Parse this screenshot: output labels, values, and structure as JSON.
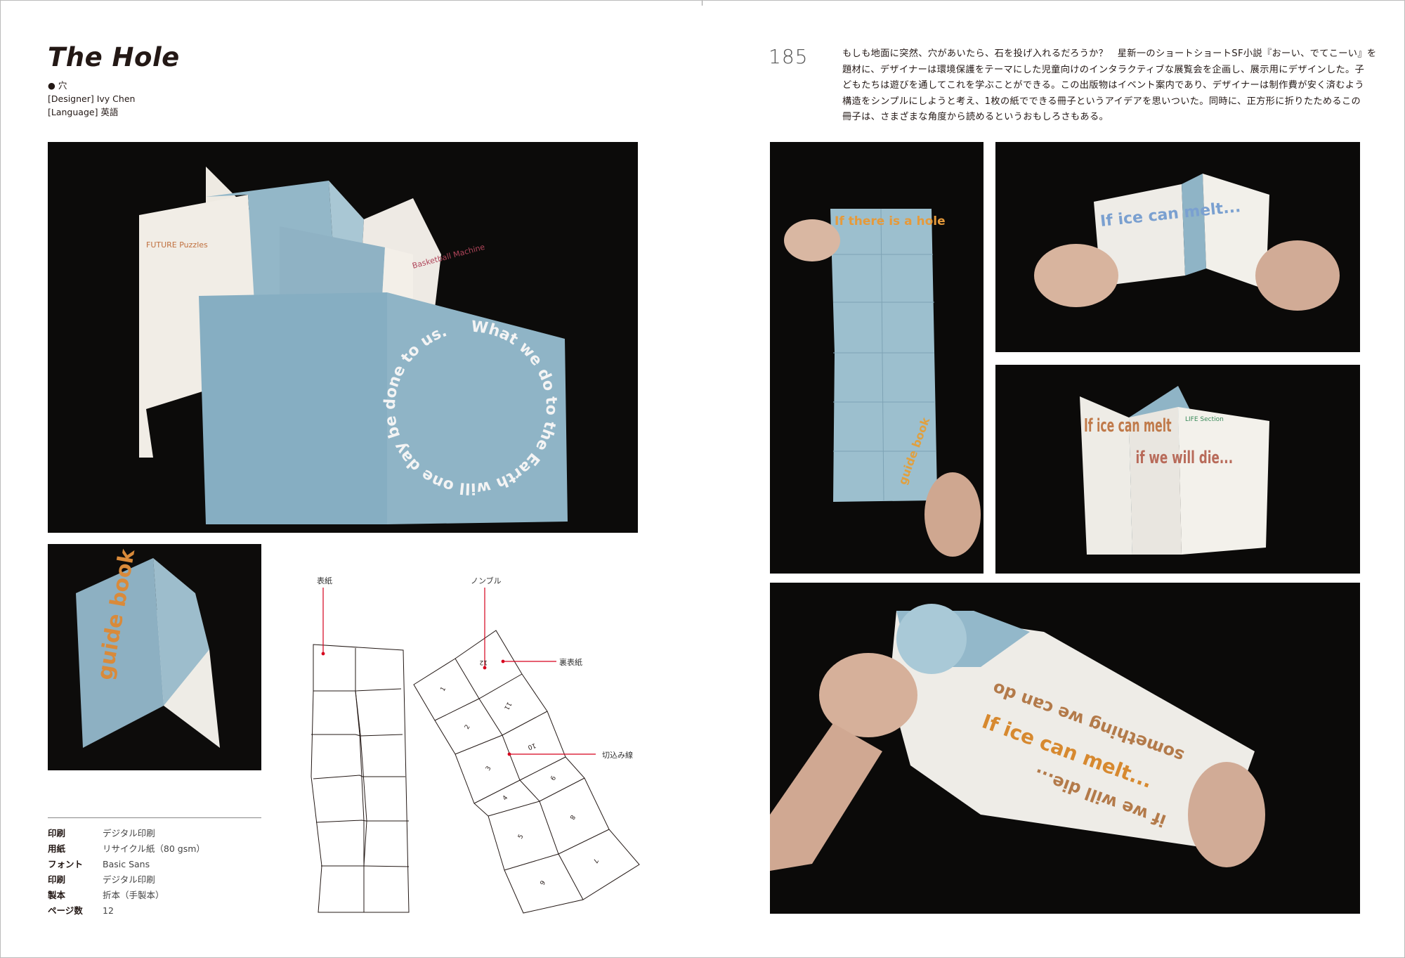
{
  "entry": {
    "title": "The Hole",
    "subtitle": "● 穴",
    "designer": "[Designer] Ivy Chen",
    "language": "[Language] 英語",
    "page_number": "185"
  },
  "description_lines": [
    "もしも地面に突然、穴があいたら、石を投げ入れるだろうか？　星新一のショートショートSF小説『おーい、でてこーい』を",
    "題材に、デザイナーは環境保護をテーマにした児童向けのインタラクティブな展覧会を企画し、展示用にデザインした。子",
    "どもたちは遊びを通してこれを学ぶことができる。この出版物はイベント案内であり、デザイナーは制作費が安く済むよう",
    "構造をシンプルにしようと考え、1枚の紙でできる冊子というアイデアを思いついた。同時に、正方形に折りたためるこの",
    "冊子は、さまざまな角度から読めるというおもしろさもある。"
  ],
  "specs": [
    {
      "label": "印刷",
      "value": "デジタル印刷"
    },
    {
      "label": "用紙",
      "value": "リサイクル紙（80 gsm）"
    },
    {
      "label": "フォント",
      "value": "Basic Sans"
    },
    {
      "label": "印刷",
      "value": "デジタル印刷"
    },
    {
      "label": "製本",
      "value": "折本（手製本）"
    },
    {
      "label": "ページ数",
      "value": "12"
    }
  ],
  "diagram": {
    "labels": {
      "cover": "表紙",
      "folio": "ノンブル",
      "back_cover": "裏表紙",
      "cut_line": "切込み線"
    },
    "page_numbers": [
      "12",
      "1",
      "11",
      "2",
      "10",
      "3",
      "9",
      "4",
      "8",
      "5",
      "7",
      "6"
    ]
  },
  "photos": {
    "main": {
      "circle_text": "What we do to the Earth will one day be done to us.",
      "panel1": "FUTURE Puzzles",
      "panel2": "Basketball Machine"
    },
    "small": {
      "cover_text": "guide book"
    },
    "unfolded": {
      "heading": "If there is a hole",
      "footer": "guide book"
    },
    "hands_booklet": {
      "text": "If ice can melt..."
    },
    "standing": {
      "text1": "If ice can melt",
      "text2": "if we will die...",
      "heading": "LIFE Section"
    },
    "wide": {
      "text1": "If ice can melt...",
      "text2": "something we can do",
      "text3": "if we will die..."
    }
  },
  "colors": {
    "paper_blue": "#8fb4c6",
    "accent_red": "#d6001c"
  }
}
